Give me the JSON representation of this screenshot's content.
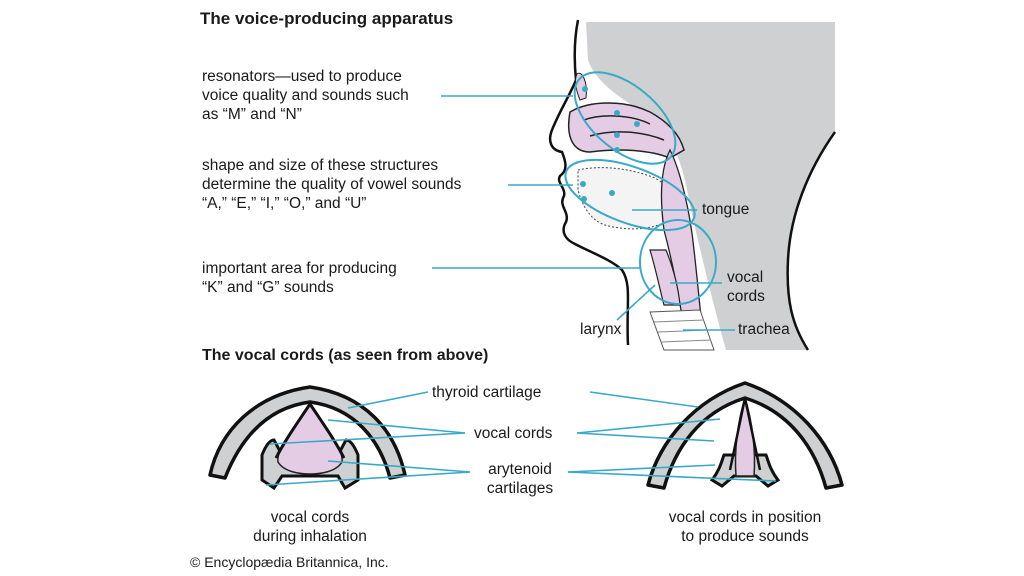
{
  "figure": {
    "title": "The voice-producing apparatus",
    "credit": "© Encyclopædia Britannica, Inc.",
    "colors": {
      "leader_line": "#3aa9c8",
      "tissue_pink": "#e4cde4",
      "cartilage_gray": "#cfd0d2",
      "outline": "#111111"
    }
  },
  "head_diagram": {
    "annotations": [
      {
        "id": "resonators",
        "lines": [
          "resonators—used to produce",
          "voice quality and sounds such",
          "as “M” and “N”"
        ]
      },
      {
        "id": "vowels",
        "lines": [
          "shape and size of these structures",
          "determine the quality of vowel sounds",
          "“A,” “E,” “I,” “O,” and “U”"
        ]
      },
      {
        "id": "k_g",
        "lines": [
          "important area for producing",
          "“K” and “G” sounds"
        ]
      }
    ],
    "labels": {
      "tongue": "tongue",
      "vocal_cords_1": "vocal",
      "vocal_cords_2": "cords",
      "larynx": "larynx",
      "trachea": "trachea"
    }
  },
  "vocal_cords_diagram": {
    "title": "The vocal cords (as seen from above)",
    "center_labels": {
      "thyroid": "thyroid cartilage",
      "vocal_cords": "vocal cords",
      "arytenoid_1": "arytenoid",
      "arytenoid_2": "cartilages"
    },
    "left_caption": [
      "vocal cords",
      "during inhalation"
    ],
    "right_caption": [
      "vocal cords in position",
      "to produce sounds"
    ]
  }
}
